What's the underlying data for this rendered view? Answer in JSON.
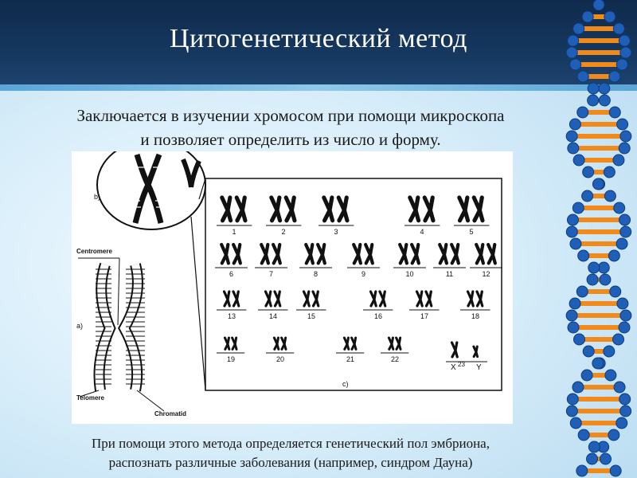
{
  "slide": {
    "title": "Цитогенетический метод",
    "intro_line1": "Заключается в изучении хромосом при помощи микроскопа",
    "intro_line2": "и позволяет определить из число и форму.",
    "footer_line1": "При помощи этого метода определяется генетический пол эмбриона,",
    "footer_line2": "распознать различные заболевания (например, синдром Дауна)"
  },
  "figure": {
    "label_b": "b)",
    "label_a": "a)",
    "label_c": "c)",
    "centromere": "Centromere",
    "telomere": "Telomere",
    "chromatid": "Chromatid",
    "karyotype_rows": [
      [
        "1",
        "2",
        "3",
        "4",
        "5"
      ],
      [
        "6",
        "7",
        "8",
        "9",
        "10",
        "11",
        "12"
      ],
      [
        "13",
        "14",
        "15",
        "16",
        "17",
        "18"
      ],
      [
        "19",
        "20",
        "21",
        "22"
      ]
    ],
    "sex_chromosomes": {
      "x": "X",
      "number": "23",
      "y": "Y"
    }
  },
  "colors": {
    "header": "#16385f",
    "dna_orange": "#f28a1a",
    "dna_blue": "#1f5fb8"
  }
}
